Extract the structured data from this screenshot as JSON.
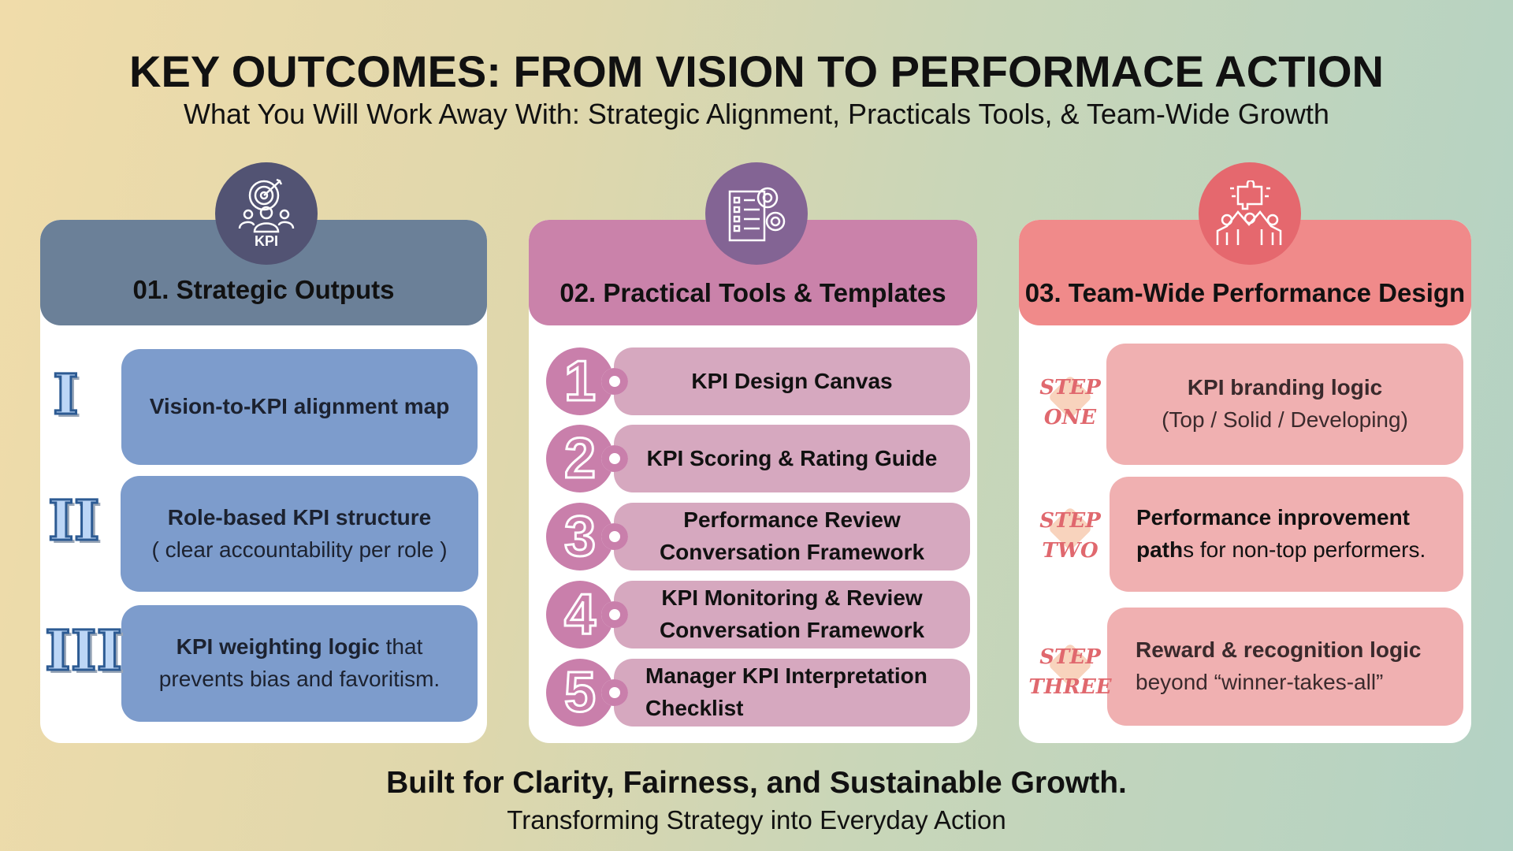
{
  "header": {
    "title": "KEY OUTCOMES: FROM VISION TO PERFORMACE ACTION",
    "subtitle": "What You Will Work Away With: Strategic Alignment, Practicals Tools, & Team-Wide Growth"
  },
  "colors": {
    "col1_band": "#6b8098",
    "col1_badge": "#525373",
    "col1_item": "#7d9ccc",
    "col2_band": "#ca82aa",
    "col2_badge": "#836494",
    "col2_item": "#d6a8bf",
    "col3_band": "#f08a8a",
    "col3_badge": "#e5686e",
    "col3_item": "#f0b0b1"
  },
  "columns": [
    {
      "title": "01. Strategic Outputs",
      "icon": "target-team-icon",
      "badge_label": "KPI",
      "items": [
        {
          "marker": "I",
          "bold": "Vision-to-KPI alignment map",
          "rest": ""
        },
        {
          "marker": "II",
          "bold": "Role-based KPI structure",
          "rest": "( clear accountability per role )"
        },
        {
          "marker": "III",
          "bold": "KPI weighting logic",
          "rest_inline": " that",
          "rest": "prevents bias and favoritism."
        }
      ]
    },
    {
      "title": "02. Practical Tools & Templates",
      "icon": "checklist-gears-icon",
      "items": [
        {
          "marker": "1",
          "text": "KPI Design Canvas"
        },
        {
          "marker": "2",
          "text": "KPI Scoring & Rating Guide"
        },
        {
          "marker": "3",
          "text": "Performance Review",
          "text2": "Conversation Framework"
        },
        {
          "marker": "4",
          "text": "KPI Monitoring & Review",
          "text2": "Conversation Framework"
        },
        {
          "marker": "5",
          "text": "Manager KPI Interpretation",
          "text2": "Checklist"
        }
      ]
    },
    {
      "title": "03. Team-Wide Performance Design",
      "icon": "team-puzzle-icon",
      "items": [
        {
          "step": "STEP",
          "step2": "ONE",
          "bold": "KPI branding logic",
          "rest": "(Top / Solid / Developing)"
        },
        {
          "step": "STEP",
          "step2": "TWO",
          "bold": "Performance inprovement",
          "bold2": "path",
          "rest_inline": "s for non-top performers."
        },
        {
          "step": "STEP",
          "step2": "THREE",
          "bold": "Reward & recognition logic",
          "rest": "beyond “winner-takes-all”"
        }
      ]
    }
  ],
  "footer": {
    "headline": "Built for Clarity, Fairness, and Sustainable Growth.",
    "tagline": "Transforming Strategy into Everyday Action"
  }
}
